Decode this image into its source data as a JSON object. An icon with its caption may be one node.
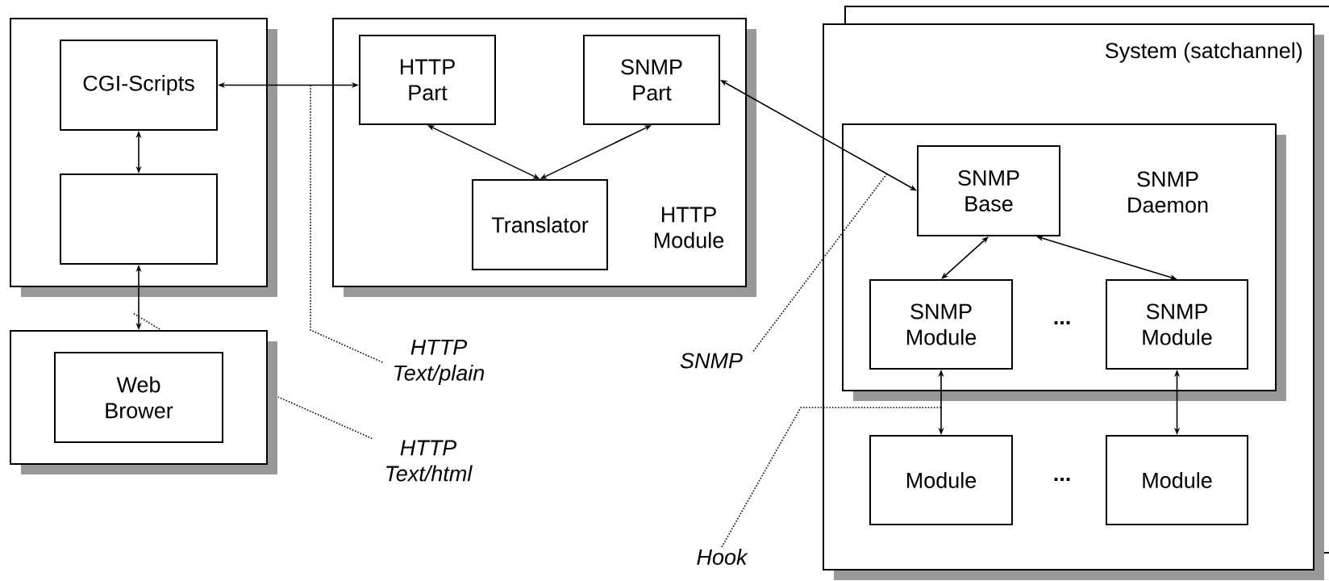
{
  "diagram": {
    "nodes": [
      {
        "text": [],
        "shape": "box"
      },
      {
        "text": [
          "CGI-Scripts"
        ],
        "in": 0
      },
      {
        "text": [],
        "shape": "box",
        "in": 0
      },
      {
        "text": [
          "HTTP Module"
        ]
      },
      {
        "text": [
          "HTTP Part"
        ],
        "in": 3
      },
      {
        "text": [
          "SNMP Part"
        ],
        "in": 3
      },
      {
        "text": [
          "Translator"
        ],
        "in": 3
      },
      {
        "text": [
          "System (satchannel)"
        ]
      },
      {
        "text": [
          "SNMP Daemon"
        ],
        "in": 7
      },
      {
        "text": [
          "SNMP Base"
        ],
        "in": 8
      },
      {
        "text": [
          "SNMP Module"
        ],
        "in": 8
      },
      {
        "text": [
          "SNMP Module"
        ],
        "in": 8
      },
      {
        "text": [
          "Module"
        ],
        "in": 7
      },
      {
        "text": [
          "Module"
        ],
        "in": 7
      },
      {
        "text": [],
        "shape": "box"
      },
      {
        "text": [
          "Web Brower"
        ],
        "in": 14
      },
      {
        "text": [
          "HTTP Text/plain"
        ]
      },
      {
        "text": [
          "HTTP Text/html"
        ]
      },
      {
        "text": [
          "SNMP"
        ]
      },
      {
        "text": [
          "Hook"
        ]
      }
    ],
    "edges": [
      {
        "from": 1,
        "to": 4,
        "arrow": "both"
      },
      {
        "from": 1,
        "to": 2,
        "arrow": "both"
      },
      {
        "from": 2,
        "to": 14,
        "arrow": "both"
      },
      {
        "from": 4,
        "to": 6,
        "arrow": "both"
      },
      {
        "from": 5,
        "to": 6,
        "arrow": "both"
      },
      {
        "from": 5,
        "to": 9,
        "arrow": "both"
      },
      {
        "from": 9,
        "to": 10,
        "arrow": "both"
      },
      {
        "from": 9,
        "to": 11,
        "arrow": "both"
      },
      {
        "from": 10,
        "to": 12,
        "arrow": "both"
      },
      {
        "from": 11,
        "to": 13,
        "arrow": "both"
      },
      {
        "from": 16,
        "to": null,
        "arrow": "none",
        "style": "dashed"
      },
      {
        "from": 17,
        "to": null,
        "arrow": "none",
        "style": "dashed"
      },
      {
        "from": 18,
        "to": null,
        "arrow": "none",
        "style": "dashed"
      },
      {
        "from": 19,
        "to": 12,
        "arrow": "none",
        "style": "dashed"
      }
    ],
    "labels": [
      "...",
      "..."
    ]
  }
}
